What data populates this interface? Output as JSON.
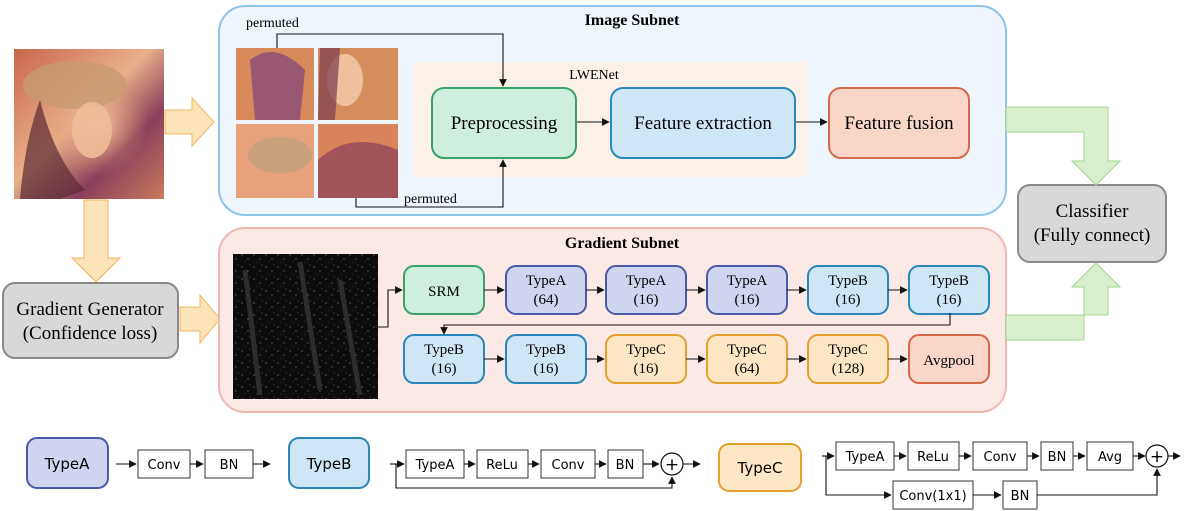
{
  "image_subnet": {
    "title": "Image Subnet",
    "permuted_top": "permuted",
    "permuted_bottom": "permuted",
    "lwenet_label": "LWENet",
    "preprocessing": "Preprocessing",
    "feature_extraction": "Feature extraction",
    "feature_fusion": "Feature fusion"
  },
  "gradient_subnet": {
    "title": "Gradient Subnet",
    "row1": [
      {
        "line1": "SRM",
        "line2": ""
      },
      {
        "line1": "TypeA",
        "line2": "(64)"
      },
      {
        "line1": "TypeA",
        "line2": "(16)"
      },
      {
        "line1": "TypeA",
        "line2": "(16)"
      },
      {
        "line1": "TypeB",
        "line2": "(16)"
      },
      {
        "line1": "TypeB",
        "line2": "(16)"
      }
    ],
    "row2": [
      {
        "line1": "TypeB",
        "line2": "(16)"
      },
      {
        "line1": "TypeB",
        "line2": "(16)"
      },
      {
        "line1": "TypeC",
        "line2": "(16)"
      },
      {
        "line1": "TypeC",
        "line2": "(64)"
      },
      {
        "line1": "TypeC",
        "line2": "(128)"
      },
      {
        "line1": "Avgpool",
        "line2": ""
      }
    ]
  },
  "gradient_generator": {
    "line1": "Gradient Generator",
    "line2": "(Confidence loss)"
  },
  "classifier": {
    "line1": "Classifier",
    "line2": "(Fully connect)"
  },
  "legend": {
    "typeA": {
      "name": "TypeA",
      "ops": [
        "Conv",
        "BN"
      ]
    },
    "typeB": {
      "name": "TypeB",
      "ops": [
        "TypeA",
        "ReLu",
        "Conv",
        "BN"
      ]
    },
    "typeC": {
      "name": "TypeC",
      "ops": [
        "TypeA",
        "ReLu",
        "Conv",
        "BN",
        "Avg"
      ],
      "shortcut": [
        "Conv(1x1)",
        "BN"
      ]
    },
    "plus": "+"
  },
  "colors": {
    "typeA_fill": "#cfd5ee",
    "typeA_stroke": "#4a5aa8",
    "typeB_fill": "#cfe6f6",
    "typeB_stroke": "#2a86b8",
    "typeC_fill": "#fde6c4",
    "typeC_stroke": "#e3a030",
    "srm_fill": "#cfeedd",
    "srm_stroke": "#3aa06a",
    "avgpool_fill": "#fad6c8",
    "avgpool_stroke": "#d46a4a",
    "gray_fill": "#d8d8d8",
    "gray_stroke": "#8a8a8a",
    "image_bg": "#eef5fd",
    "image_border": "#8ec4ea",
    "gradient_bg": "#fbe9e6",
    "gradient_border": "#f0b7ad"
  }
}
